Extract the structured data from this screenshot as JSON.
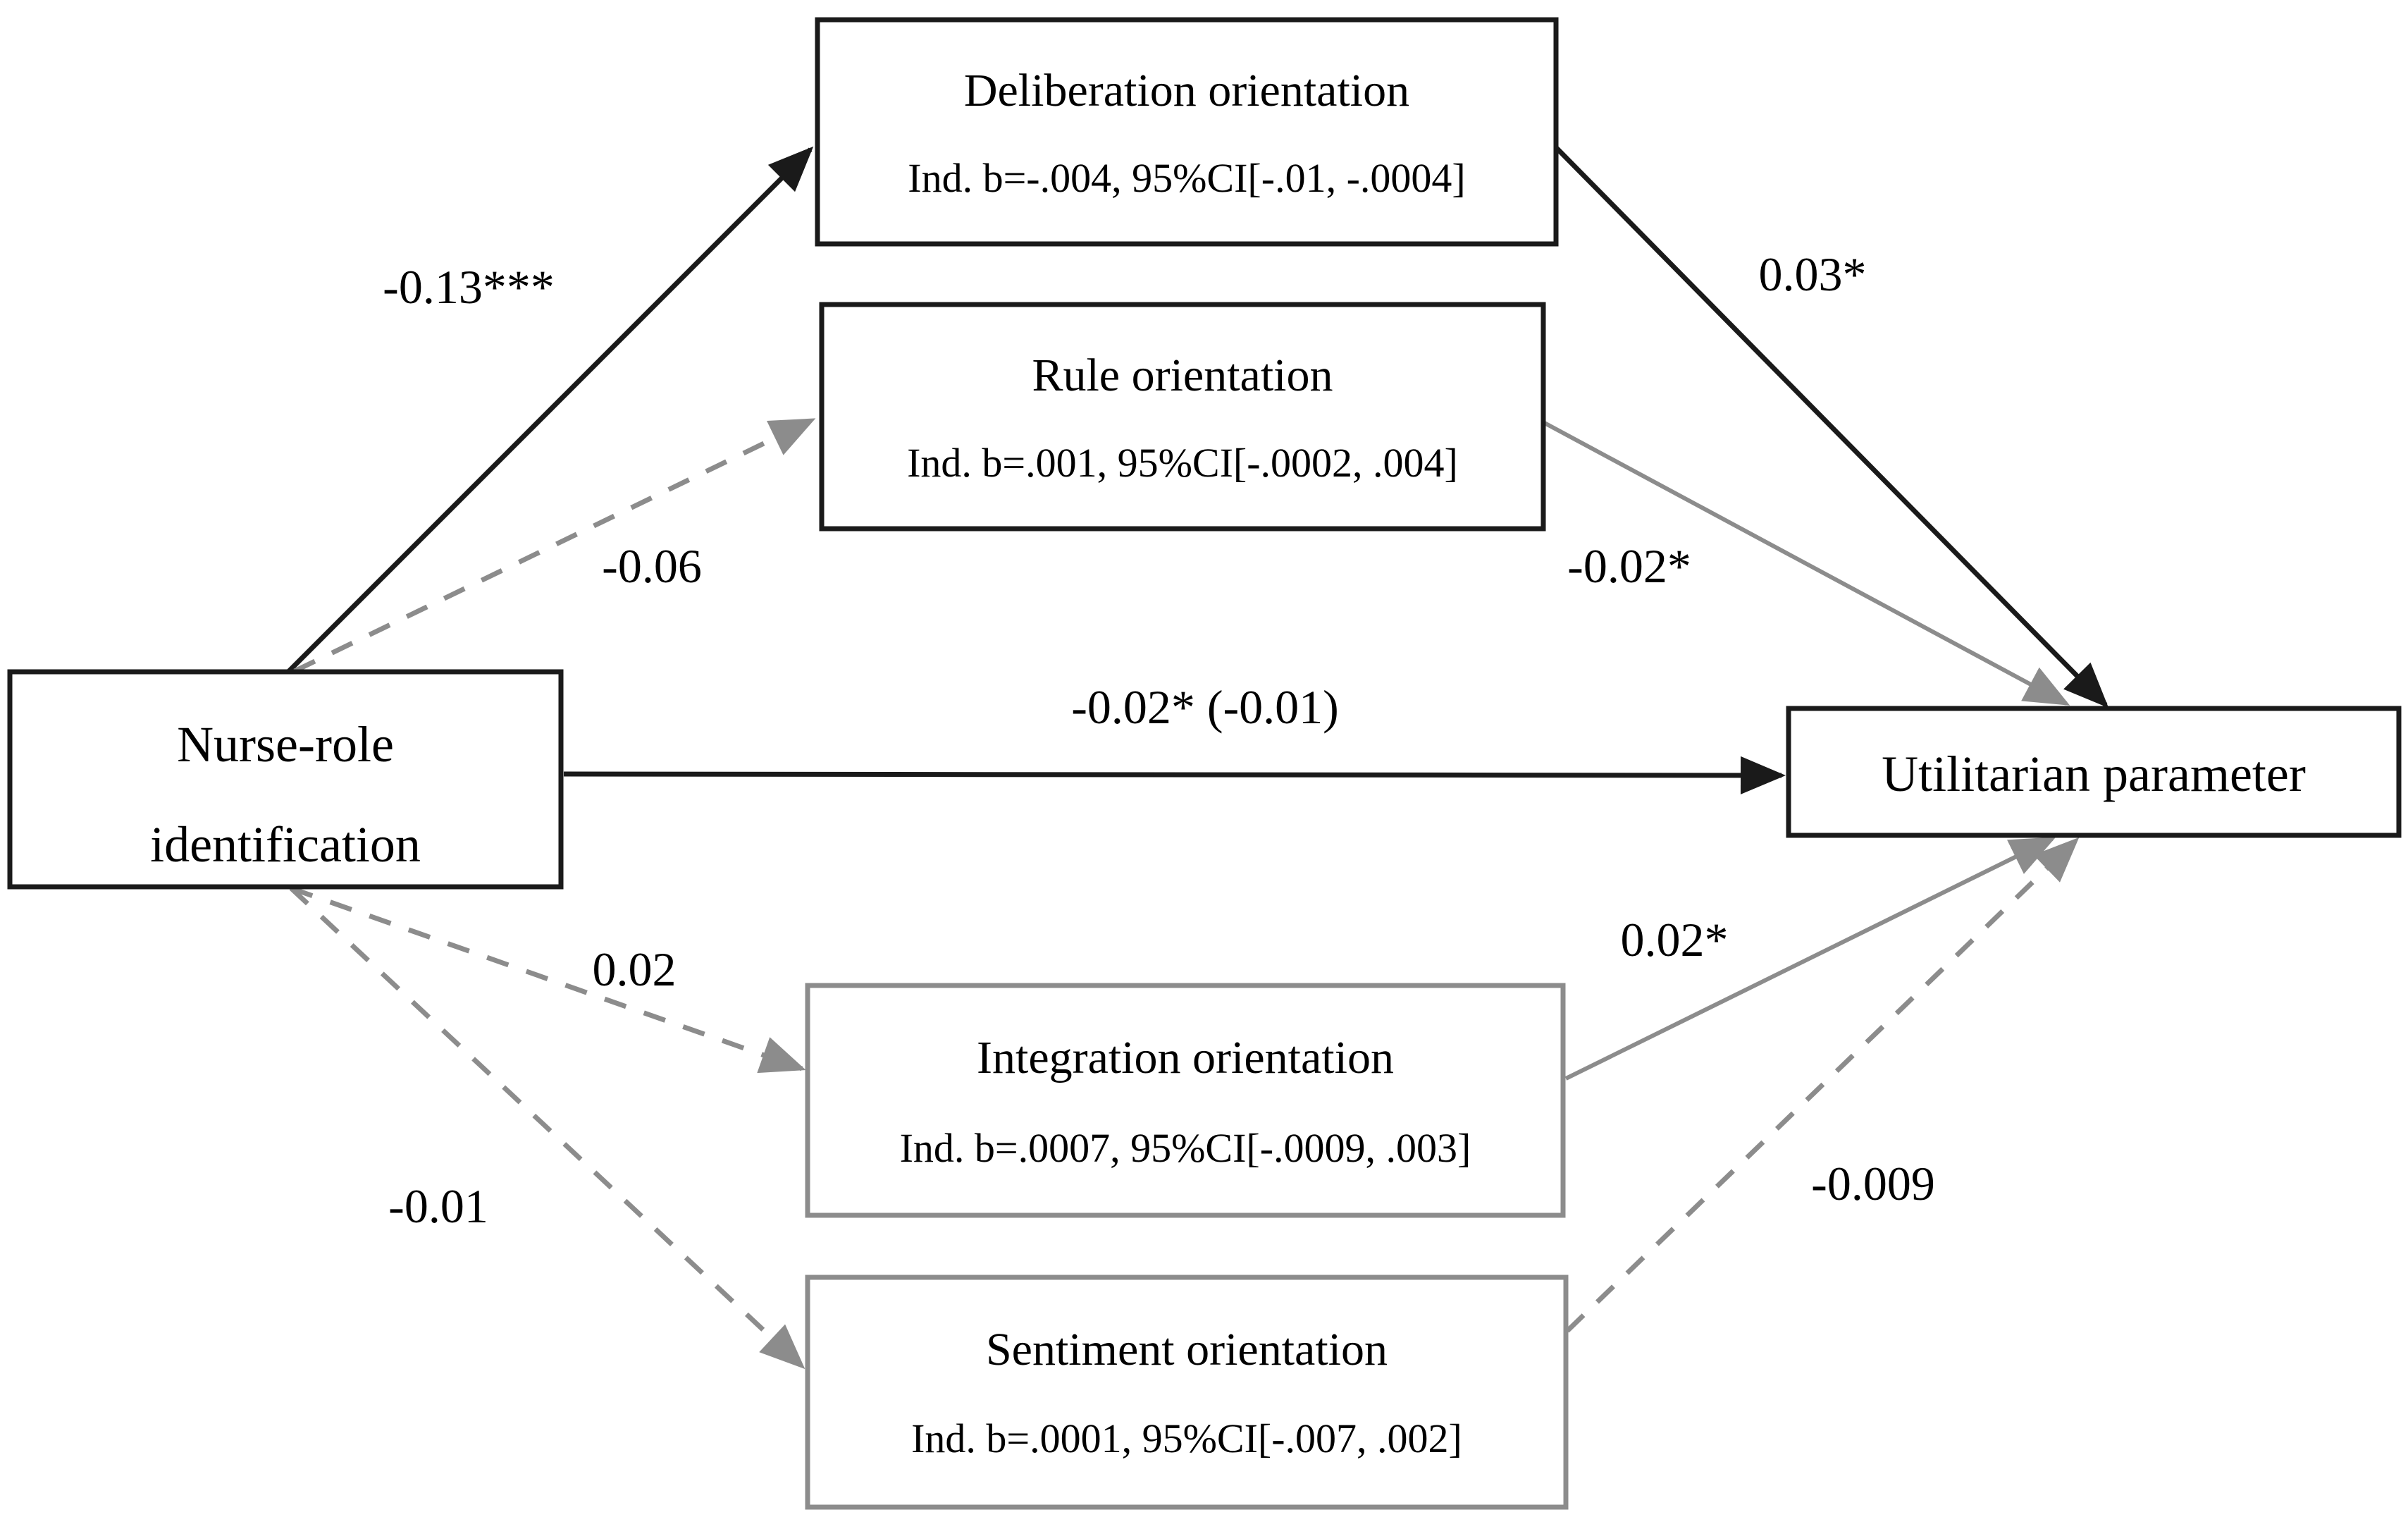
{
  "diagram": {
    "colors": {
      "black": "#1a1a1a",
      "gray": "#8c8c8c",
      "background": "#ffffff"
    },
    "nodes": {
      "nurse": {
        "title_line1": "Nurse-role",
        "title_line2": "identification",
        "border_color": "#1a1a1a"
      },
      "deliberation": {
        "title": "Deliberation orientation",
        "stat": "Ind. b=-.004, 95%CI[-.01, -.0004]",
        "border_color": "#1a1a1a"
      },
      "rule": {
        "title": "Rule orientation",
        "stat": "Ind. b=.001, 95%CI[-.0002, .004]",
        "border_color": "#1a1a1a"
      },
      "integration": {
        "title": "Integration orientation",
        "stat": "Ind. b=.0007, 95%CI[-.0009, .003]",
        "border_color": "#8c8c8c"
      },
      "sentiment": {
        "title": "Sentiment orientation",
        "stat": "Ind. b=.0001, 95%CI[-.007, .002]",
        "border_color": "#8c8c8c"
      },
      "utilitarian": {
        "title": "Utilitarian parameter",
        "border_color": "#1a1a1a"
      }
    },
    "edges": {
      "nurse_deliberation": {
        "label": "-0.13***",
        "style": "solid",
        "color": "#1a1a1a"
      },
      "deliberation_utilitarian": {
        "label": "0.03*",
        "style": "solid",
        "color": "#1a1a1a"
      },
      "nurse_rule": {
        "label": "-0.06",
        "style": "dashed",
        "color": "#8c8c8c"
      },
      "rule_utilitarian": {
        "label": "-0.02*",
        "style": "solid",
        "color": "#8c8c8c"
      },
      "nurse_utilitarian": {
        "label": "-0.02* (-0.01)",
        "style": "solid",
        "color": "#1a1a1a"
      },
      "nurse_integration": {
        "label": "0.02",
        "style": "dashed",
        "color": "#8c8c8c"
      },
      "integration_utilitarian": {
        "label": "0.02*",
        "style": "solid",
        "color": "#8c8c8c"
      },
      "nurse_sentiment": {
        "label": "-0.01",
        "style": "dashed",
        "color": "#8c8c8c"
      },
      "sentiment_utilitarian": {
        "label": "-0.009",
        "style": "dashed",
        "color": "#8c8c8c"
      }
    }
  }
}
